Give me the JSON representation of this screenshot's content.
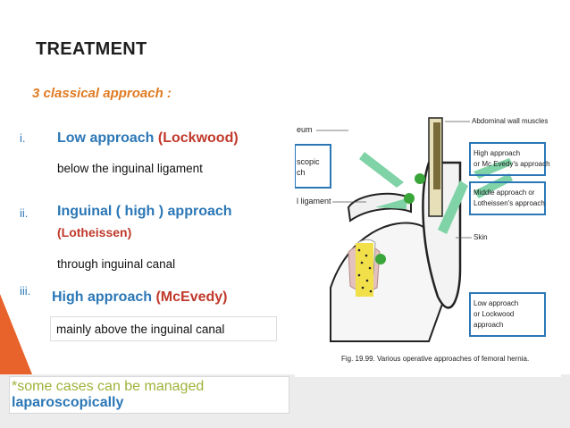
{
  "slide": {
    "title": "TREATMENT",
    "subtitle": "3 classical approach :",
    "items": [
      {
        "num": "i.",
        "name": "Low approach",
        "author": "(Lockwood)",
        "desc": "below the inguinal ligament"
      },
      {
        "num": "ii.",
        "name": "Inguinal ( high ) approach",
        "author": "(Lotheissen)",
        "desc": "through inguinal canal"
      },
      {
        "num": "iii.",
        "name": "High approach",
        "author": "(McEvedy)",
        "desc": "mainly above the inguinal canal"
      }
    ],
    "note_line1": "*some cases can be managed",
    "note_line2": "laparoscopically"
  },
  "figure": {
    "left_labels": [
      "eum",
      "scopic",
      "ch",
      "l ligament"
    ],
    "right_labels": {
      "abdominal": "Abdominal wall muscles",
      "high1": "High approach",
      "high2": "or Mc Evedy's approach",
      "mid1": "Middle approach or",
      "mid2": "Lotheissen's approach",
      "skin": "Skin",
      "low1": "Low approach",
      "low2": "or Lockwood",
      "low3": "approach"
    },
    "caption": "Fig. 19.99. Various operative approaches of femoral hernia.",
    "colors": {
      "box_blue": "#2b77b6",
      "arrow_green": "#7fd3a6",
      "dot_green": "#3aa63a",
      "tissue_yellow": "#f2e04a"
    }
  }
}
